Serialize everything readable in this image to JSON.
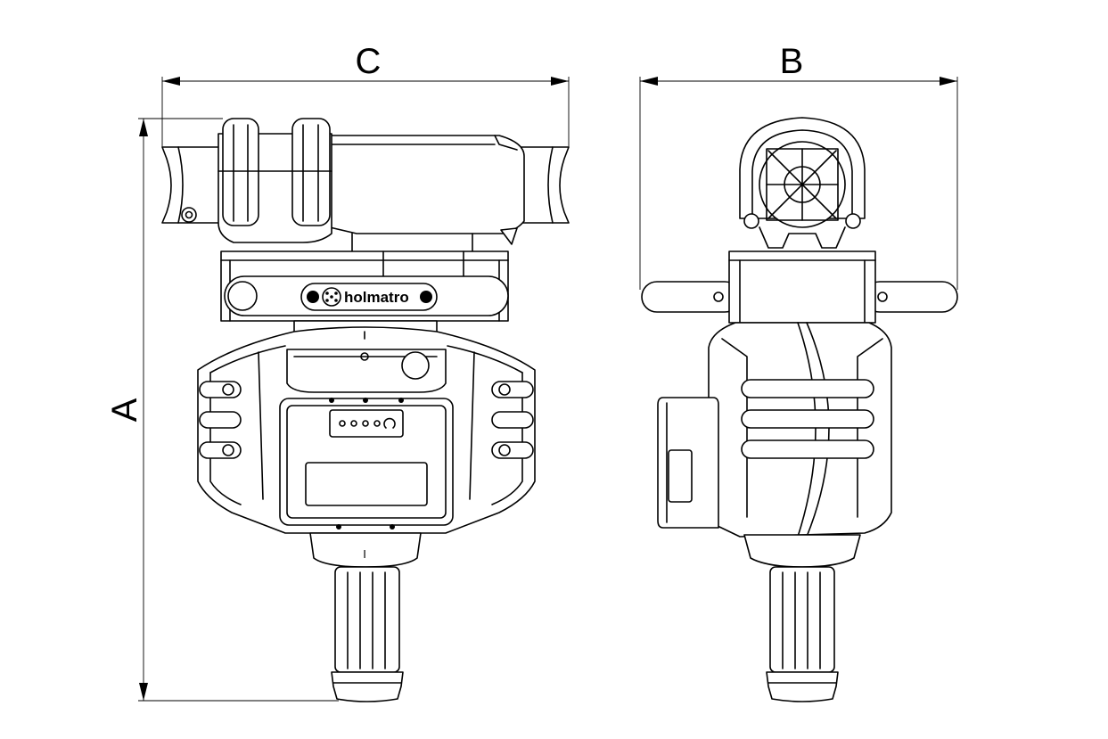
{
  "dimensions": {
    "height_label": "A",
    "depth_label": "B",
    "width_label": "C"
  },
  "front_view": {
    "brand_text": "holmatro",
    "bottom_marking": "I"
  }
}
